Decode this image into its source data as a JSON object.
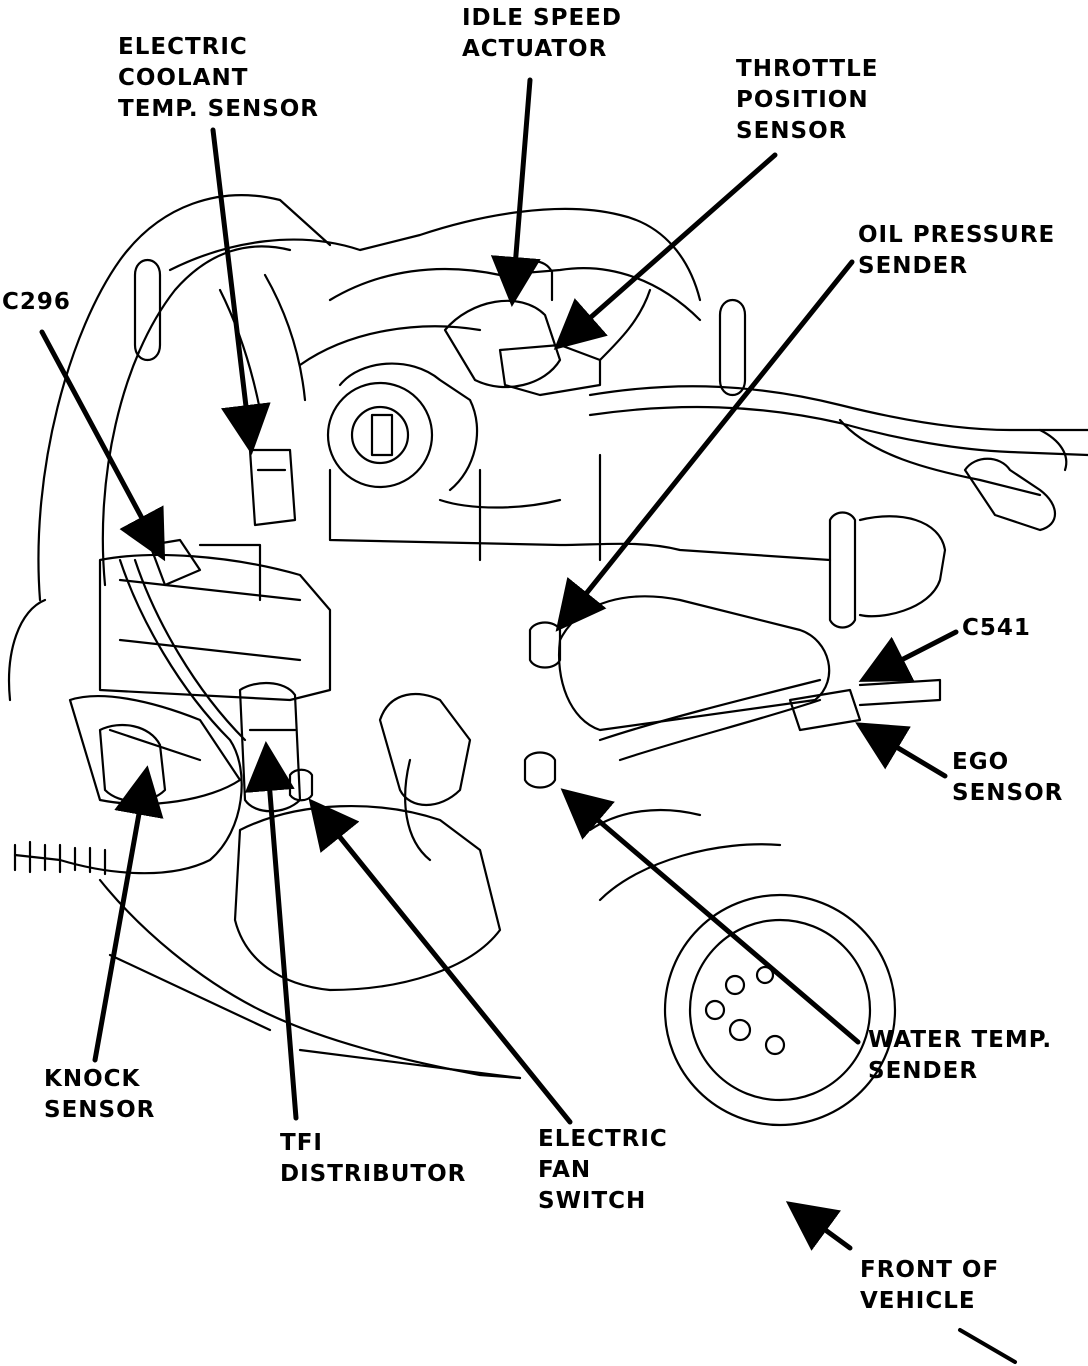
{
  "labels": {
    "electric_coolant_temp_sensor": [
      "ELECTRIC",
      "COOLANT",
      "TEMP. SENSOR"
    ],
    "idle_speed_actuator": [
      "IDLE SPEED",
      "ACTUATOR"
    ],
    "throttle_position_sensor": [
      "THROTTLE",
      "POSITION",
      "SENSOR"
    ],
    "oil_pressure_sender": [
      "OIL PRESSURE",
      "SENDER"
    ],
    "c296": [
      "C296"
    ],
    "c541": [
      "C541"
    ],
    "ego_sensor": [
      "EGO",
      "SENSOR"
    ],
    "water_temp_sender": [
      "WATER TEMP.",
      "SENDER"
    ],
    "knock_sensor": [
      "KNOCK",
      "SENSOR"
    ],
    "tfi_distributor": [
      "TFI",
      "DISTRIBUTOR"
    ],
    "electric_fan_switch": [
      "ELECTRIC",
      "FAN",
      "SWITCH"
    ],
    "front_of_vehicle": [
      "FRONT OF",
      "VEHICLE"
    ]
  },
  "colors": {
    "ink": "#000000",
    "paper": "#ffffff"
  }
}
